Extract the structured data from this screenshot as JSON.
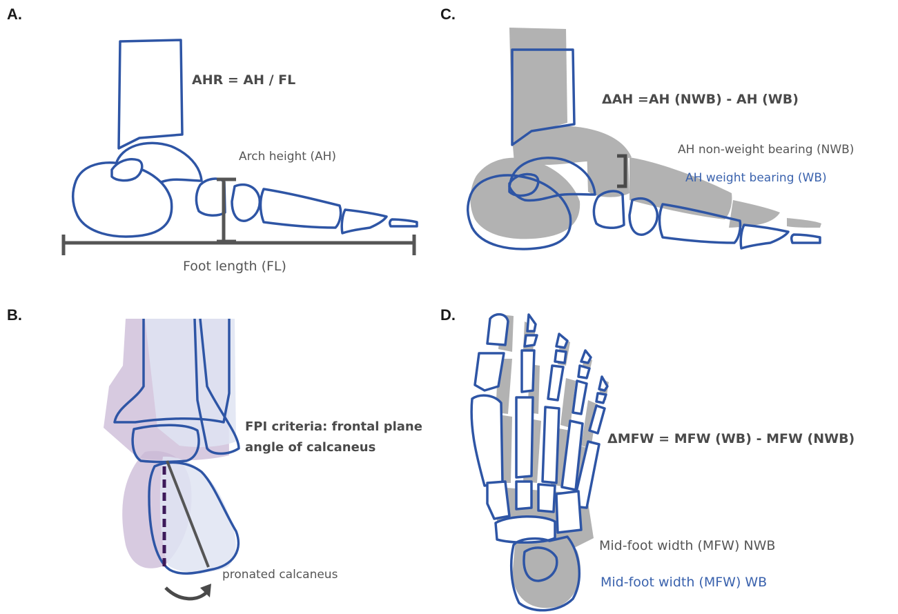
{
  "panels": {
    "a": {
      "letter": "A.",
      "equation": "AHR = AH / FL",
      "arch_height_label": "Arch height (AH)",
      "foot_length_label": "Foot length (FL)"
    },
    "b": {
      "letter": "B.",
      "criteria_line1": "FPI criteria: frontal plane",
      "criteria_line2": "angle of calcaneus",
      "pronated_label": "pronated calcaneus"
    },
    "c": {
      "letter": "C.",
      "equation": "ΔAH =AH (NWB) - AH (WB)",
      "nwb_label": "AH non-weight bearing (NWB)",
      "wb_label": "AH weight bearing (WB)"
    },
    "d": {
      "letter": "D.",
      "equation": "ΔMFW = MFW (WB) - MFW (NWB)",
      "nwb_label": "Mid-foot width (MFW) NWB",
      "wb_label": "Mid-foot width (MFW) WB"
    }
  },
  "colors": {
    "bone_outline": "#2e55a5",
    "shadow_gray": "#b2b2b2",
    "measure_gray": "#555555",
    "purple_tint": "#c9b8d6",
    "dashed_purple": "#3d1a5a",
    "label_blue": "#3a62ad"
  }
}
